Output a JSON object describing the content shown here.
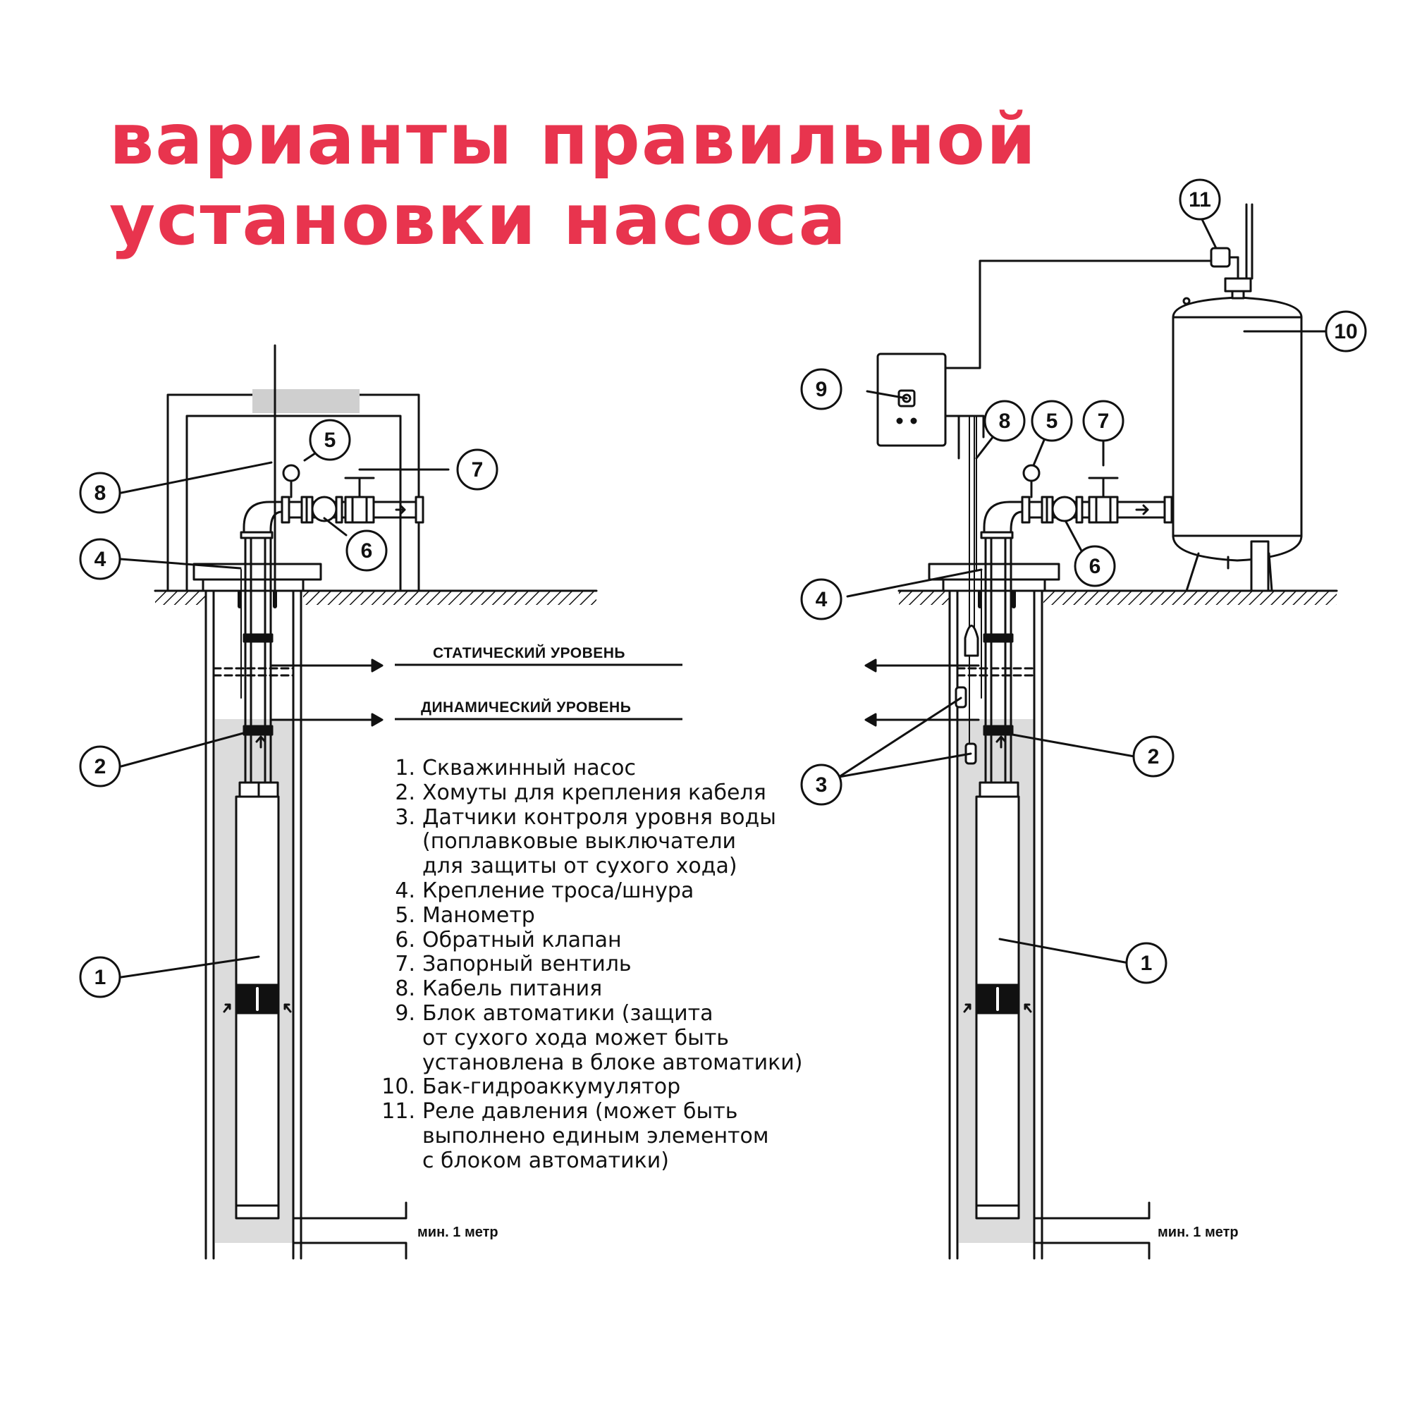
{
  "title": {
    "line1": "варианты правильной",
    "line2": "установки насоса"
  },
  "levels": {
    "static": "СТАТИЧЕСКИЙ УРОВЕНЬ",
    "dynamic": "ДИНАМИЧЕСКИЙ УРОВЕНЬ"
  },
  "min_depth_label": "мин. 1 метр",
  "callouts": {
    "left": [
      "8",
      "5",
      "7",
      "6",
      "4",
      "2",
      "1"
    ],
    "right": [
      "11",
      "10",
      "9",
      "8",
      "5",
      "7",
      "6",
      "4",
      "3",
      "2",
      "1"
    ]
  },
  "legend": [
    {
      "num": "1.",
      "lines": [
        "Скважинный насос"
      ]
    },
    {
      "num": "2.",
      "lines": [
        "Хомуты для крепления кабеля"
      ]
    },
    {
      "num": "3.",
      "lines": [
        "Датчики контроля уровня воды",
        "(поплавковые выключатели",
        "для защиты от сухого хода)"
      ]
    },
    {
      "num": "4.",
      "lines": [
        "Крепление троса/шнура"
      ]
    },
    {
      "num": "5.",
      "lines": [
        "Манометр"
      ]
    },
    {
      "num": "6.",
      "lines": [
        "Обратный клапан"
      ]
    },
    {
      "num": "7.",
      "lines": [
        "Запорный вентиль"
      ]
    },
    {
      "num": "8.",
      "lines": [
        "Кабель питания"
      ]
    },
    {
      "num": "9.",
      "lines": [
        "Блок автоматики (защита",
        "от сухого хода может быть",
        "установлена в блоке автоматики)"
      ]
    },
    {
      "num": "10.",
      "lines": [
        "Бак-гидроаккумулятор"
      ]
    },
    {
      "num": "11.",
      "lines": [
        "Реле давления (может быть",
        "выполнено единым элементом",
        "с блоком автоматики)"
      ]
    }
  ],
  "colors": {
    "accent": "#e8344e",
    "line": "#111111",
    "water": "#dcdcdc",
    "slab": "#cfcfcf"
  }
}
